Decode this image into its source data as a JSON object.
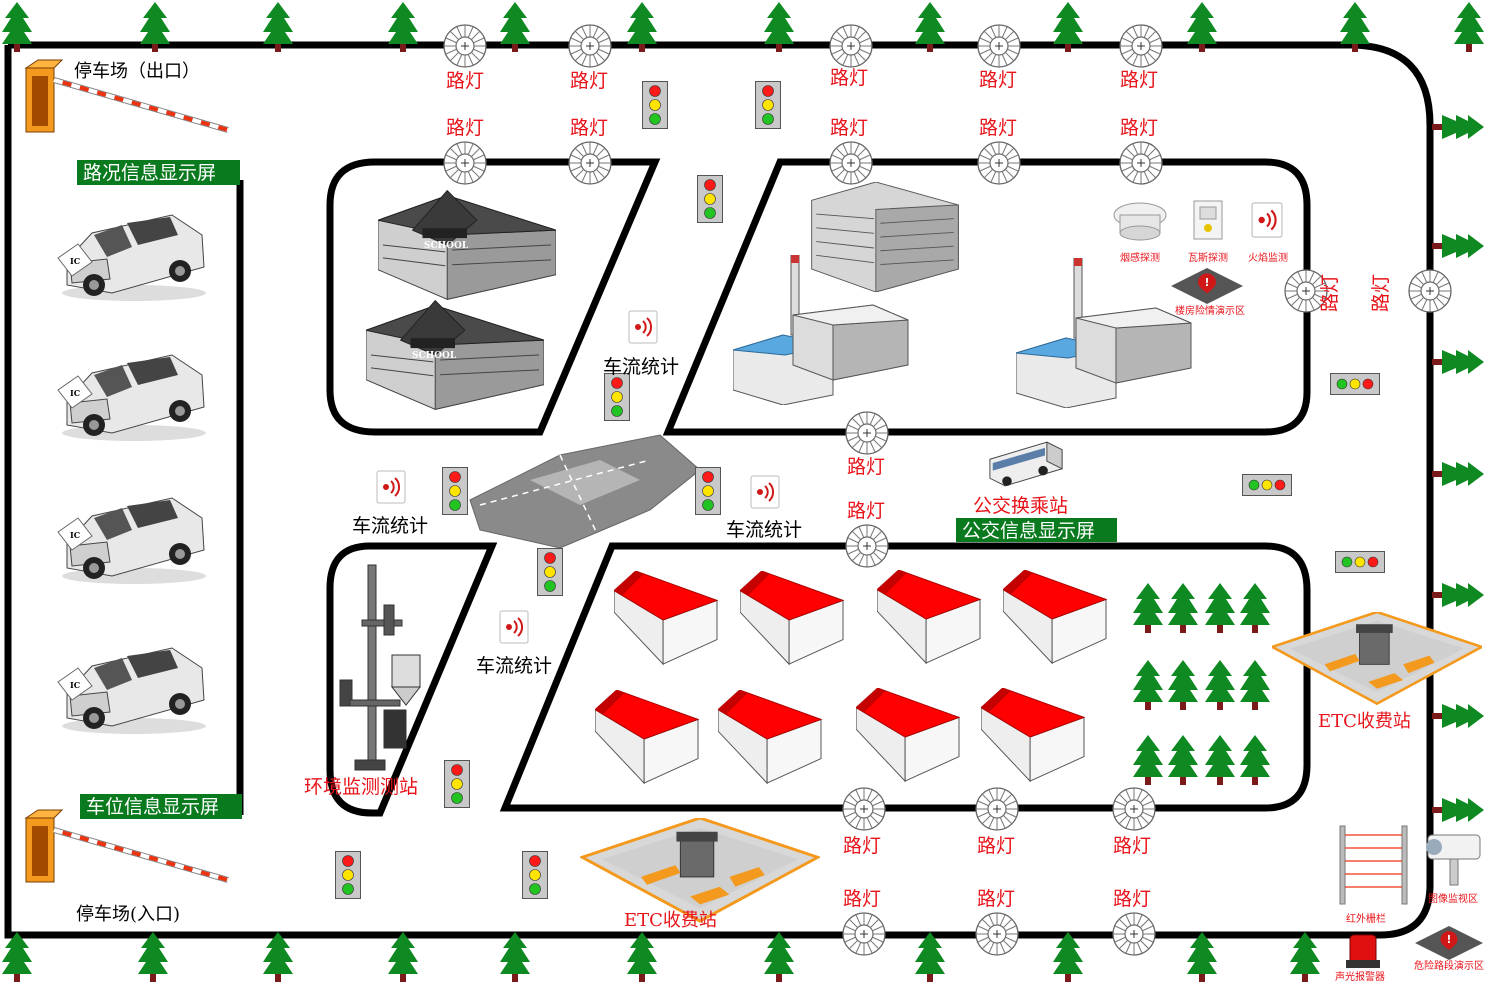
{
  "colors": {
    "road": "#000000",
    "tree": "#0f8a22",
    "roof": "#ff0000",
    "sign_bg": "#0a7a1e",
    "label_red": "#e8141a"
  },
  "labels": {
    "parking_exit": "停车场（出口）",
    "parking_entrance": "停车场(入口)",
    "road_info_screen": "路况信息显示屏",
    "parking_info_screen": "车位信息显示屏",
    "bus_station": "公交换乘站",
    "bus_info_screen": "公交信息显示屏",
    "etc_right": "ETC收费站",
    "etc_bottom": "ETC收费站",
    "env_station": "环境监测测站",
    "traffic_count": "车流统计",
    "street_light": "路灯",
    "smoke_detect": "烟感探测",
    "gas_detect": "瓦斯探测",
    "flame_detect": "火焰监测",
    "building_danger_zone": "楼房险情演示区",
    "infrared_fence": "红外栅栏",
    "sound_light_alarm": "声光报警器",
    "image_monitor_zone": "图像监视区",
    "danger_road_zone": "危险路段演示区",
    "school_sign": "SCHOOL",
    "card_sign": "IC"
  }
}
